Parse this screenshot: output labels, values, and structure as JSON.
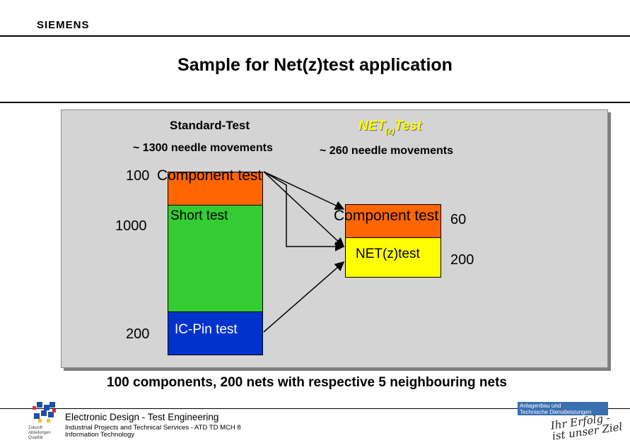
{
  "header": {
    "brand": "SIEMENS",
    "title": "Sample for Net(z)test application"
  },
  "left": {
    "heading": "Standard-Test",
    "movements": "~ 1300 needle movements",
    "rows": [
      {
        "count": "100",
        "label": "Component test",
        "color": "#ff6600"
      },
      {
        "count": "1000",
        "label": "Short test",
        "color": "#33cc33"
      },
      {
        "count": "200",
        "label": "IC-Pin test",
        "color": "#0033cc"
      }
    ]
  },
  "right": {
    "heading_main": "NET",
    "heading_sub": "(z)",
    "heading_tail": "Test",
    "movements": "~ 260 needle movements",
    "rows": [
      {
        "count": "60",
        "label": "Component test",
        "color": "#ff6600"
      },
      {
        "count": "200",
        "label": "NET(z)test",
        "color": "#ffff00"
      }
    ]
  },
  "caption": "100 components, 200 nets with respective 5 neighbouring nets",
  "footer": {
    "line1": "Electronic Design - Test Engineering",
    "line2": "Industrial Projects and Technical Services - ATD TD MCH 8",
    "line3": "Information Technology",
    "badge_line1": "Anlagenbau und",
    "badge_line2": "Technische Dienstleistungen",
    "slogan": "Ihr Erfolg - ist unser Ziel",
    "small_logo_lines": [
      "Zukunft",
      "Abteilungen",
      "Qualität"
    ]
  },
  "colors": {
    "accent_blue": "#3a6fb0",
    "orange": "#ff6600",
    "green": "#33cc33",
    "blue": "#0033cc",
    "yellow": "#ffff00"
  }
}
